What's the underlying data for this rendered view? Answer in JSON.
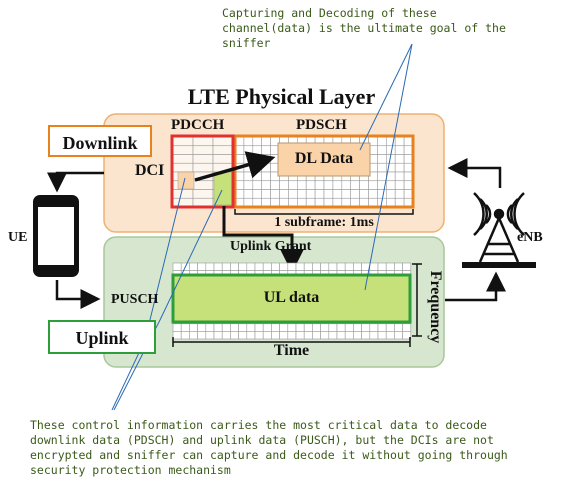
{
  "top_note": [
    "Capturing and Decoding of these",
    "channel(data) is the ultimate goal of the",
    "sniffer"
  ],
  "title": "LTE Physical Layer",
  "downlink_label": "Downlink",
  "uplink_label": "Uplink",
  "pdcch_label": "PDCCH",
  "pdsch_label": "PDSCH",
  "dci_label": "DCI",
  "dl_data_label": "DL Data",
  "subframe_label": "1 subframe: 1ms",
  "uplink_grant_label": "Uplink Grant",
  "pusch_label": "PUSCH",
  "ul_data_label": "UL data",
  "time_label": "Time",
  "frequency_label": "Frequency",
  "ue_label": "UE",
  "enb_label": "eNB",
  "bottom_note": [
    "These control information carries the most critical data to decode",
    "downlink data (PDSCH) and uplink data (PUSCH), but the DCIs are not",
    "encrypted and sniffer can capture and decode it without going through",
    "security protection mechanism"
  ],
  "colors": {
    "downlink_bg": "#fbe5cf",
    "downlink_border": "#f0b070",
    "uplink_bg": "#d7e7cf",
    "uplink_border": "#a9c79a",
    "pdcch_border": "#e03030",
    "pdsch_border": "#e8821e",
    "ul_fill": "#c6e07a",
    "ul_border": "#2e9e3a",
    "dl_fill": "#fbd3a8",
    "note_text": "#3a5a1a",
    "callout_line": "#2a6ab5"
  }
}
